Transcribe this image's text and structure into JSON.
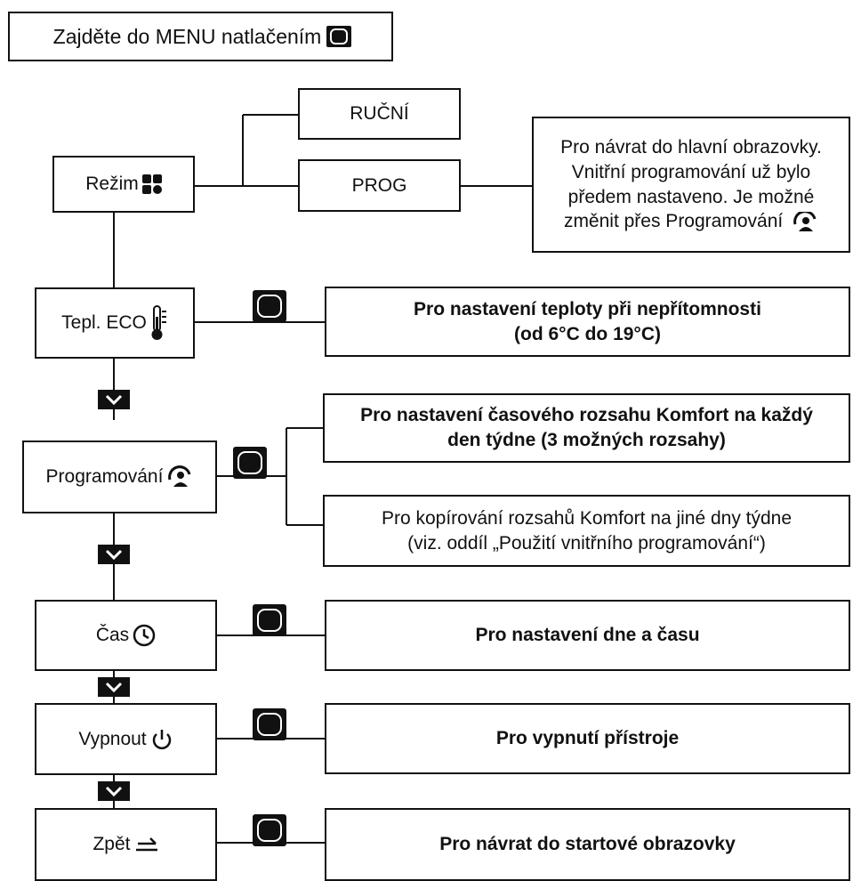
{
  "top_instruction": {
    "text": "Zajděte do MENU natlačením"
  },
  "rezim": {
    "label": "Režim",
    "options": [
      "RUČNÍ",
      "PROG"
    ],
    "prog_note": [
      "Pro návrat do hlavní obrazovky.",
      "Vnitřní programování už bylo",
      "předem nastaveno. Je možné",
      "změnit přes Programování"
    ]
  },
  "menu": [
    {
      "label": "Tepl. ECO",
      "icon": "thermometer-icon",
      "descriptions": [
        [
          "Pro nastavení teploty při nepřítomnosti",
          "(od 6°C do 19°C)"
        ]
      ]
    },
    {
      "label": "Programování",
      "icon": "programming-icon",
      "descriptions": [
        [
          "Pro nastavení časového rozsahu Komfort na každý",
          "den týdne (3 možných rozsahy)"
        ],
        [
          "Pro kopírování rozsahů Komfort na jiné dny týdne",
          "(viz. oddíl „Použití vnitřního programování“)"
        ]
      ]
    },
    {
      "label": "Čas",
      "icon": "clock-icon",
      "descriptions": [
        [
          "Pro nastavení dne a času"
        ]
      ]
    },
    {
      "label": "Vypnout",
      "icon": "power-icon",
      "descriptions": [
        [
          "Pro vypnutí přístroje"
        ]
      ]
    },
    {
      "label": "Zpět",
      "icon": "back-icon",
      "descriptions": [
        [
          "Pro návrat do startové obrazovky"
        ]
      ]
    }
  ],
  "icons": {
    "ok_button": "ok-button-icon",
    "next": "chevron-down-icon",
    "mode": "mode-grid-icon"
  },
  "colors": {
    "ink": "#111111",
    "background": "#ffffff"
  }
}
